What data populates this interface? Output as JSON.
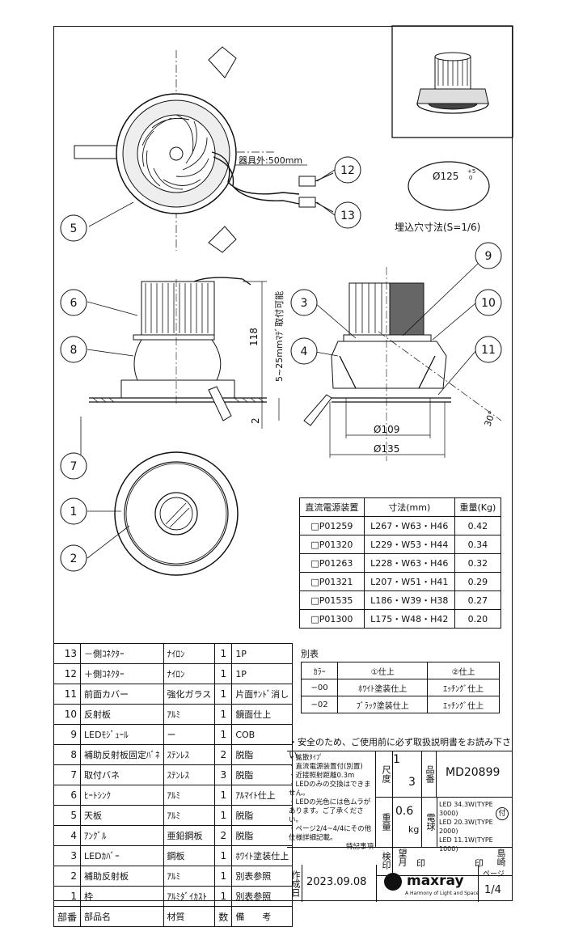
{
  "drawing": {
    "cable_length": "器具外:500mm",
    "ceiling_thickness": "5~25mmﾏﾃﾞ取付可能",
    "height_dim": "118",
    "lower_dim": "2",
    "cutout_diameter": "Ø125",
    "cutout_tolerance_plus": "+5",
    "cutout_tolerance_minus": "0",
    "cutout_note": "埋込穴寸法(S=1/6)",
    "dim_109": "Ø109",
    "dim_135": "Ø135",
    "angle": "30°",
    "callouts": [
      "1",
      "2",
      "3",
      "4",
      "5",
      "6",
      "7",
      "8",
      "9",
      "10",
      "11",
      "12",
      "13"
    ],
    "sheet_circle": "3"
  },
  "spec_table": {
    "headers": [
      "直流電源装置",
      "寸法(mm)",
      "重量(Kg)"
    ],
    "rows": [
      [
        "□P01259",
        "L267・W63・H46",
        "0.42"
      ],
      [
        "□P01320",
        "L229・W53・H44",
        "0.34"
      ],
      [
        "□P01263",
        "L228・W63・H46",
        "0.32"
      ],
      [
        "□P01321",
        "L207・W51・H41",
        "0.29"
      ],
      [
        "□P01535",
        "L186・W39・H38",
        "0.27"
      ],
      [
        "□P01300",
        "L175・W48・H42",
        "0.20"
      ]
    ]
  },
  "finish_table": {
    "title": "別表",
    "headers": [
      "ｶﾗｰ",
      "①仕上",
      "②仕上"
    ],
    "rows": [
      [
        "−00",
        "ﾎﾜｲﾄ塗装仕上",
        "ｴｯﾁﾝｸﾞ仕上"
      ],
      [
        "−02",
        "ﾌﾞﾗｯｸ塗装仕上",
        "ｴｯﾁﾝｸﾞ仕上"
      ]
    ]
  },
  "parts": {
    "rows": [
      [
        "13",
        "－側ｺﾈｸﾀｰ",
        "ﾅｲﾛﾝ",
        "1",
        "1P"
      ],
      [
        "12",
        "＋側ｺﾈｸﾀｰ",
        "ﾅｲﾛﾝ",
        "1",
        "1P"
      ],
      [
        "11",
        "前面カバー",
        "強化ガラス",
        "1",
        "片面ｻﾝﾄﾞ消し"
      ],
      [
        "10",
        "反射板",
        "ｱﾙﾐ",
        "1",
        "鏡面仕上"
      ],
      [
        "9",
        "LEDﾓｼﾞｭｰﾙ",
        "ー",
        "1",
        "COB"
      ],
      [
        "8",
        "補助反射板固定ﾊﾞﾈ",
        "ｽﾃﾝﾚｽ",
        "2",
        "脱脂"
      ],
      [
        "7",
        "取付バネ",
        "ｽﾃﾝﾚｽ",
        "3",
        "脱脂"
      ],
      [
        "6",
        "ﾋｰﾄｼﾝｸ",
        "ｱﾙﾐ",
        "1",
        "ｱﾙﾏｲﾄ仕上"
      ],
      [
        "5",
        "天板",
        "ｱﾙﾐ",
        "1",
        "脱脂"
      ],
      [
        "4",
        "ｱﾝｸﾞﾙ",
        "亜鉛鋼板",
        "2",
        "脱脂"
      ],
      [
        "3",
        "LEDｶﾊﾞｰ",
        "鋼板",
        "1",
        "ﾎﾜｲﾄ塗装仕上"
      ],
      [
        "2",
        "補助反射板",
        "ｱﾙﾐ",
        "1",
        "別表参照"
      ],
      [
        "1",
        "枠",
        "ｱﾙﾐﾀﾞｲｶｽﾄ",
        "1",
        "別表参照"
      ]
    ],
    "footer": [
      "部番",
      "部品名",
      "材質",
      "数",
      "備　　考"
    ]
  },
  "title_block": {
    "safety_note": "・安全のため、ご使用前に必ず取扱説明書をお読み下さい。",
    "notes": [
      "・拡散ﾀｲﾌﾟ",
      "・直流電源装置付(別置)",
      "・近接照射距離0.3m",
      "・LEDのみの交換はできません。",
      "・LEDの光色には色ムラがあります。ご了承ください。",
      "・ページ2/4~4/4にその他仕様詳細記載。"
    ],
    "special_label": "特記事項",
    "scale_label": "尺度",
    "scale_num": "1",
    "scale_den": "3",
    "part_label": "品番",
    "part_number": "MD20899",
    "weight_label": "重量",
    "weight_value": "0.6",
    "weight_unit": "kg",
    "lamp_label": "電球",
    "lamp_lines": [
      "LED 34.3W(TYPE 3000)",
      "LED 20.3W(TYPE 2000)",
      "LED 11.1W(TYPE 1000)"
    ],
    "lamp_mark": "付",
    "check_label": "検印",
    "nozomi": "望月",
    "seal1": "印",
    "seal2": "印",
    "shimazaki": "島崎",
    "created_label": "作成日",
    "date": "2023.09.08",
    "brand": "maxray",
    "brand_tagline": "A Harmony of Light and Space",
    "page_label": "ページ",
    "page": "1/4"
  }
}
